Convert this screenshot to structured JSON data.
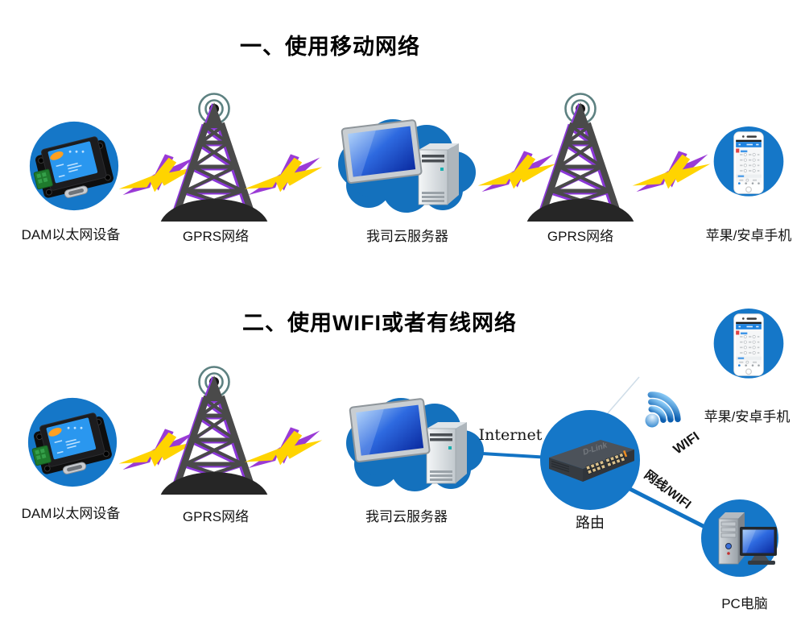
{
  "diagram": {
    "section1": {
      "title": "一、使用移动网络",
      "nodes": [
        {
          "label": "DAM以太网设备"
        },
        {
          "label": "GPRS网络"
        },
        {
          "label": "我司云服务器"
        },
        {
          "label": "GPRS网络"
        },
        {
          "label": "苹果/安卓手机"
        }
      ]
    },
    "section2": {
      "title": "二、使用WIFI或者有线网络",
      "nodes": [
        {
          "label": "DAM以太网设备"
        },
        {
          "label": "GPRS网络"
        },
        {
          "label": "我司云服务器"
        },
        {
          "label": "路由"
        },
        {
          "label": "苹果/安卓手机"
        },
        {
          "label": "PC电脑"
        }
      ],
      "link_labels": {
        "internet": "Internet",
        "wifi": "WIFI",
        "cable": "网线/WIFI"
      },
      "router_brand": "D-Link"
    },
    "colors": {
      "node_circle_blue": "#1577c8",
      "cloud_blue": "#1471bd",
      "bolt_yellow": "#ffd400",
      "bolt_purple": "#9a3bd6",
      "tower_gray": "#4a4a4a",
      "tower_ring_teal": "#5d8181",
      "link_line_blue": "#1273c4",
      "label_black": "#141414"
    }
  }
}
